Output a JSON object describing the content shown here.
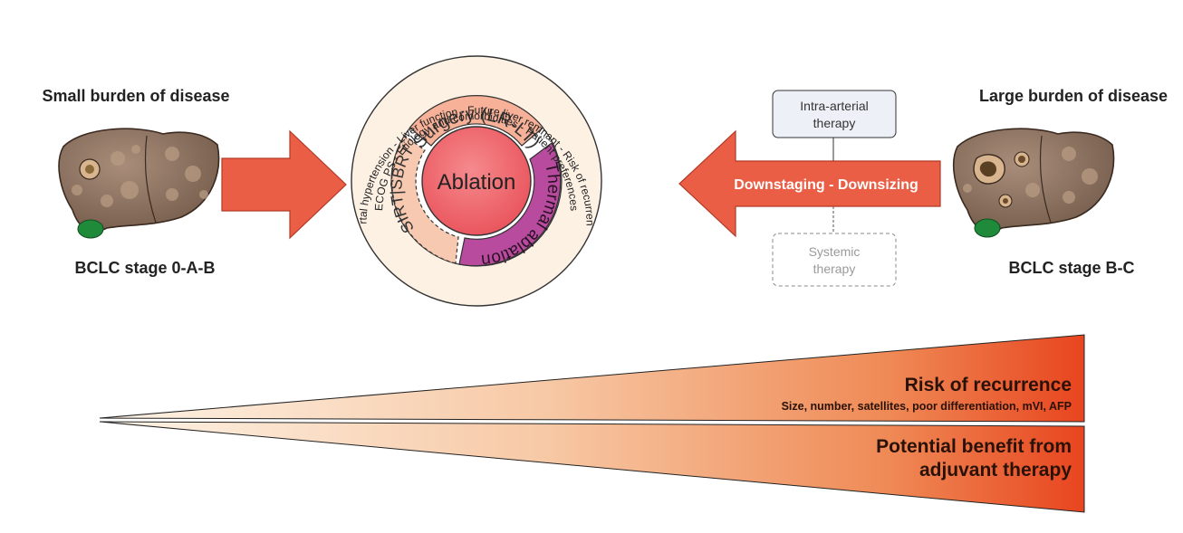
{
  "left_panel": {
    "heading": "Small burden of disease",
    "stage_label": "BCLC stage 0-A-B"
  },
  "right_panel": {
    "heading": "Large burden of disease",
    "stage_label": "BCLC stage B-C"
  },
  "center": {
    "core_label": "Ablation",
    "segments": {
      "surgery": "Surgery (LR-LT)",
      "thermal": "Thermal ablation",
      "sirt": "SIRT|SBRT"
    },
    "outer_ring_text": "Portal hypertension - Liver function - Future liver remnant - Risk of recurrence",
    "inner_ring_text": "ECOG PS - Etiology and comorbidities - Patient preferences"
  },
  "treatments": {
    "intra_arterial": [
      "Intra-arterial",
      "therapy"
    ],
    "systemic": [
      "Systemic",
      "therapy"
    ],
    "arrow_label": "Downstaging - Downsizing"
  },
  "wedges": {
    "recurrence_title": "Risk of recurrence",
    "recurrence_factors": "Size, number, satellites, poor differentiation, mVI, AFP",
    "benefit_title": [
      "Potential benefit from",
      "adjuvant therapy"
    ]
  },
  "colors": {
    "arrow": "#ea5e45",
    "arrow_stroke": "#b23a26",
    "core": "#ef6b6f",
    "surgery": "#f6b198",
    "thermal": "#b84b9e",
    "sirt": "#f7c9b0",
    "outer_ring": "#fce9d8",
    "wedge_dark": "#e8451f",
    "liver": "#8b6f5e"
  }
}
